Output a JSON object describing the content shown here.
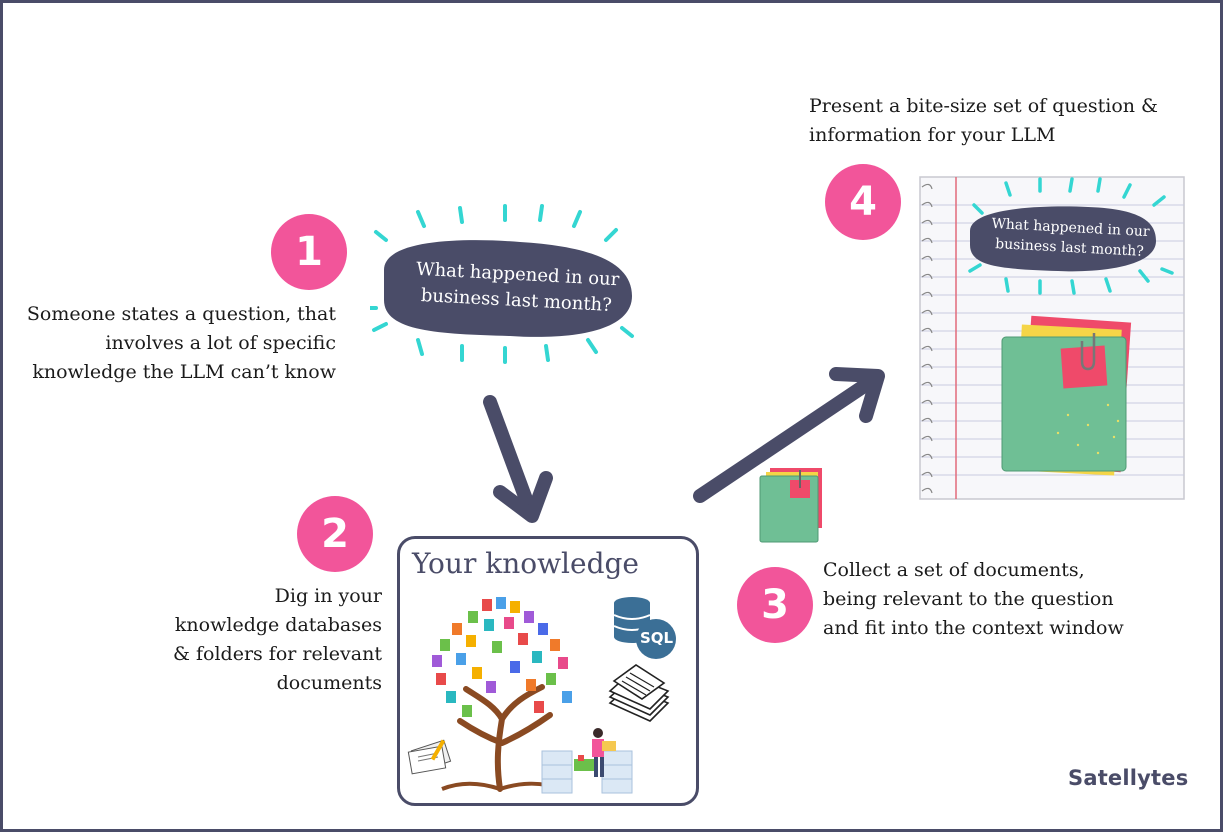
{
  "steps": {
    "step1": {
      "number": "1",
      "caption_lines": [
        "Someone states a question, that",
        "involves a lot of specific",
        "knowledge the LLM can’t know"
      ]
    },
    "step2": {
      "number": "2",
      "caption_lines": [
        "Dig in your",
        "knowledge  databases",
        "& folders  for relevant",
        "documents"
      ]
    },
    "step3": {
      "number": "3",
      "caption_lines": [
        "Collect a set of documents,",
        "being relevant  to the question",
        "and fit into the context window"
      ]
    },
    "step4": {
      "number": "4",
      "caption_lines": [
        "Present a bite-size set of question &",
        "information for your LLM"
      ]
    }
  },
  "question_bubble": {
    "line1": "What happened in our",
    "line2": "business last month?"
  },
  "notebook_bubble": {
    "line1": "What happened in our",
    "line2": "business last month?"
  },
  "knowledge_box": {
    "title": "Your knowledge",
    "sql_label": "SQL"
  },
  "brand": {
    "name": "Satellytes"
  },
  "colors": {
    "accent_pink": "#f2559a",
    "navy": "#4a4c68",
    "cyan": "#34d6d2",
    "folder_green": "#6fbf95",
    "paper_yellow": "#f5d547",
    "paper_red": "#ef4a6a"
  },
  "icons": [
    "tree-of-books-icon",
    "database-icon",
    "paper-stack-icon",
    "person-with-box-icon",
    "documents-icon",
    "folder-icon",
    "paperclip-icon",
    "arrow-down-icon",
    "arrow-up-right-icon"
  ]
}
